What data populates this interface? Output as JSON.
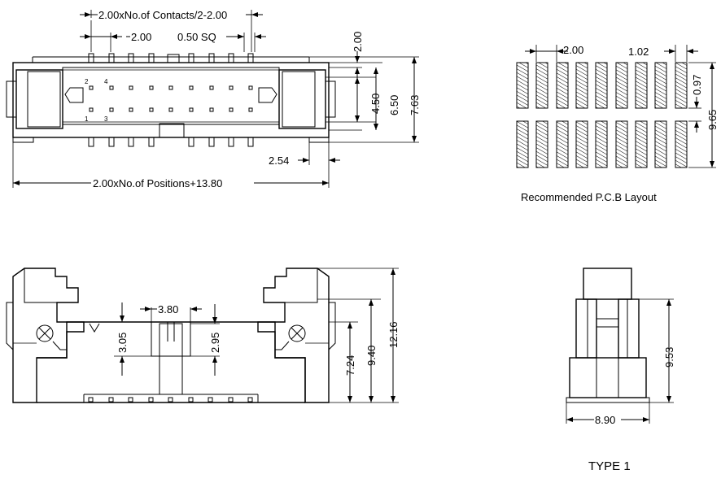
{
  "dimensions": {
    "contacts_pitch": "2.00xNo.of Contacts/2-2.00",
    "pitch": "2.00",
    "pin_size": "0.50 SQ",
    "top_gap": "2.00",
    "row_spacing": "4.50",
    "inner_height": "6.50",
    "overall_height": "7.63",
    "tail_offset": "2.54",
    "overall_length": "2.00xNo.of Positions+13.80",
    "pcb_pitch": "2.00",
    "pad_width": "1.02",
    "pad_gap": "0.97",
    "pad_span": "9.65",
    "latch_gap": "3.80",
    "slot_depth": "3.05",
    "slot_depth_inner": "2.95",
    "body_height": "7.24",
    "body_to_latch": "9.40",
    "total_height": "12.16",
    "side_height": "9.53",
    "side_width": "8.90"
  },
  "pin_numbers": {
    "p2": "2",
    "p4": "4",
    "p1": "1",
    "p3": "3"
  },
  "captions": {
    "pcb_layout": "Recommended P.C.B Layout",
    "type": "TYPE 1"
  }
}
